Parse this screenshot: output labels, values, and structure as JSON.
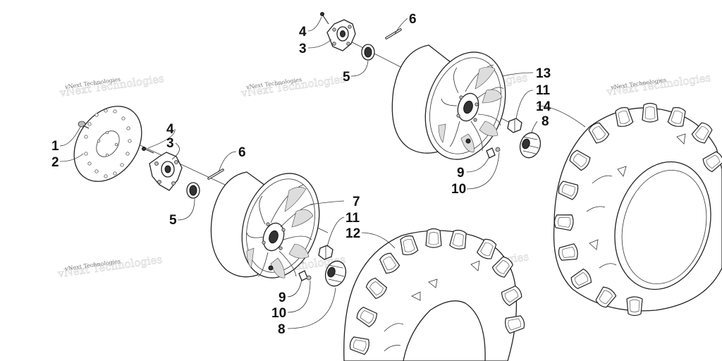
{
  "watermark": "vNext Technologies",
  "callouts": {
    "c1": "1",
    "c2": "2",
    "c3a": "3",
    "c4a": "4",
    "c5a": "5",
    "c6a": "6",
    "c7": "7",
    "c8a": "8",
    "c9a": "9",
    "c10a": "10",
    "c11a": "11",
    "c12": "12",
    "c3b": "3",
    "c4b": "4",
    "c5b": "5",
    "c6b": "6",
    "c8b": "8",
    "c9b": "9",
    "c10b": "10",
    "c11b": "11",
    "c13": "13",
    "c14": "14"
  },
  "colors": {
    "line": "#222222",
    "background": "#ffffff",
    "watermark": "#777777"
  }
}
